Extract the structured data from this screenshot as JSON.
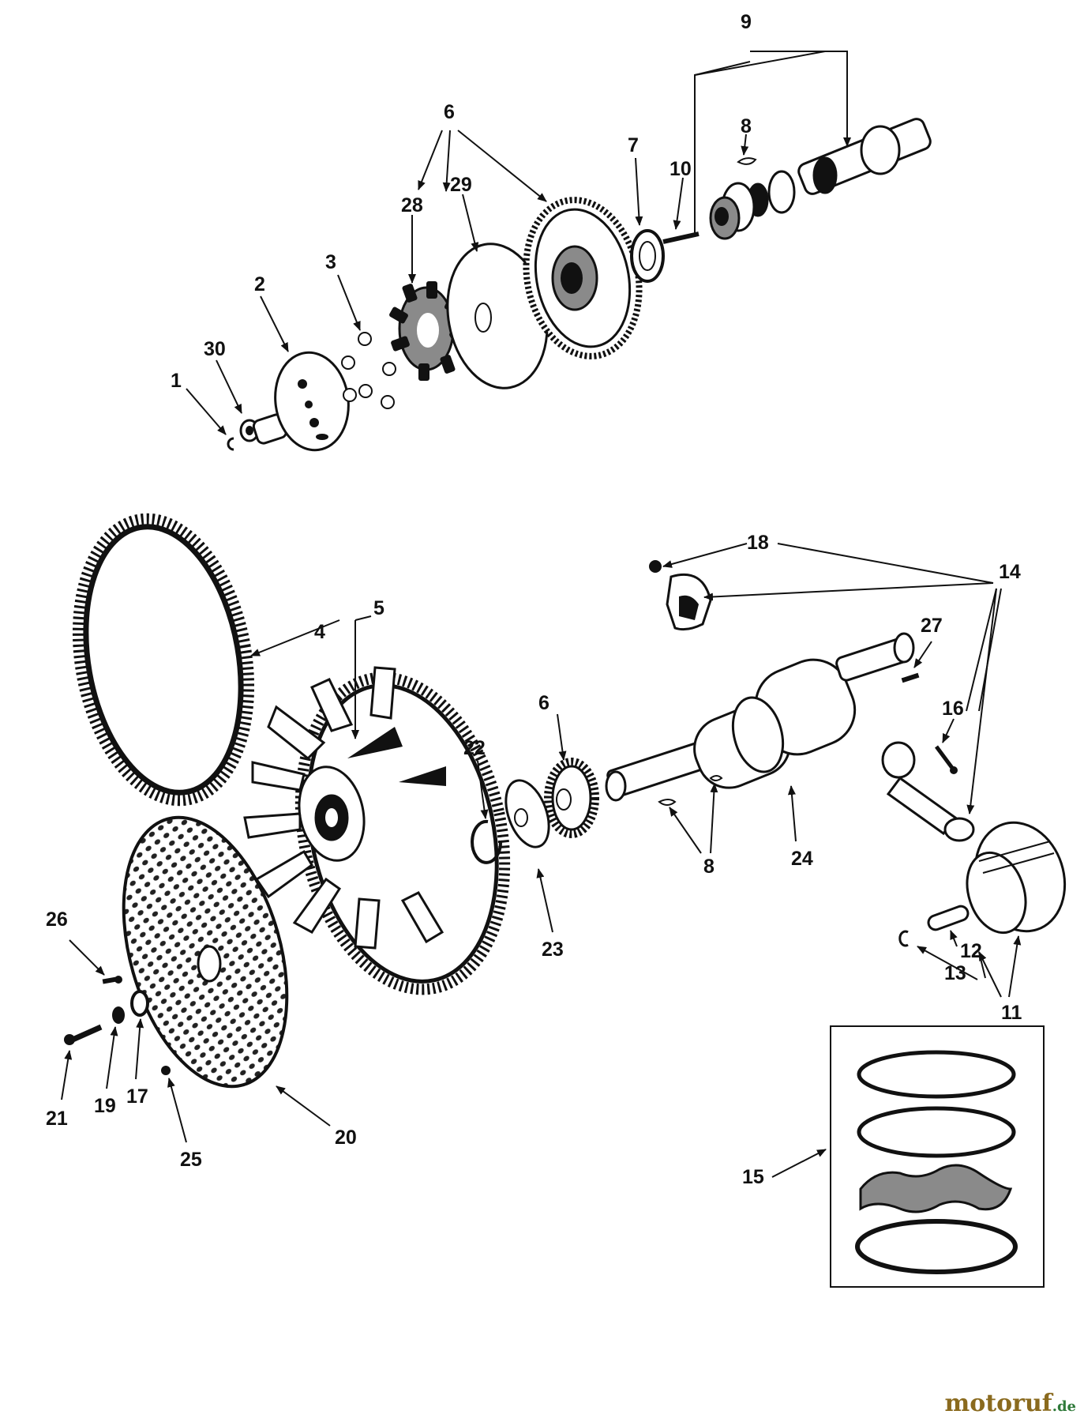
{
  "diagram": {
    "callouts": [
      {
        "id": "c1",
        "text": "1"
      },
      {
        "id": "c2",
        "text": "2"
      },
      {
        "id": "c3",
        "text": "3"
      },
      {
        "id": "c4",
        "text": "4"
      },
      {
        "id": "c5",
        "text": "5"
      },
      {
        "id": "c6a",
        "text": "6"
      },
      {
        "id": "c6b",
        "text": "6"
      },
      {
        "id": "c7",
        "text": "7"
      },
      {
        "id": "c8a",
        "text": "8"
      },
      {
        "id": "c8b",
        "text": "8"
      },
      {
        "id": "c9",
        "text": "9"
      },
      {
        "id": "c10",
        "text": "10"
      },
      {
        "id": "c11",
        "text": "11"
      },
      {
        "id": "c12",
        "text": "12"
      },
      {
        "id": "c13",
        "text": "13"
      },
      {
        "id": "c14",
        "text": "14"
      },
      {
        "id": "c15",
        "text": "15"
      },
      {
        "id": "c16",
        "text": "16"
      },
      {
        "id": "c17",
        "text": "17"
      },
      {
        "id": "c18",
        "text": "18"
      },
      {
        "id": "c19",
        "text": "19"
      },
      {
        "id": "c20",
        "text": "20"
      },
      {
        "id": "c21",
        "text": "21"
      },
      {
        "id": "c22",
        "text": "22"
      },
      {
        "id": "c23",
        "text": "23"
      },
      {
        "id": "c24",
        "text": "24"
      },
      {
        "id": "c25",
        "text": "25"
      },
      {
        "id": "c26",
        "text": "26"
      },
      {
        "id": "c27",
        "text": "27"
      },
      {
        "id": "c28",
        "text": "28"
      },
      {
        "id": "c29",
        "text": "29"
      },
      {
        "id": "c30",
        "text": "30"
      }
    ]
  },
  "watermark": {
    "brand": "motoruf",
    "suffix": ".de"
  }
}
